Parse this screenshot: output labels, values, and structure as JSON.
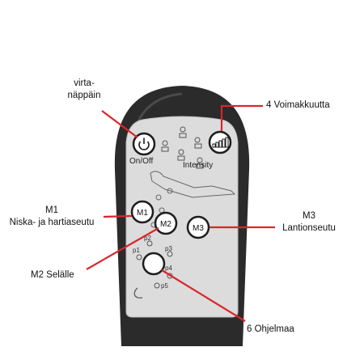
{
  "colors": {
    "remote_body": "#2b2b2b",
    "panel": "#dcdcdc",
    "callout_line": "#d9262b",
    "button_ring": "#1e1e1e",
    "text": "#111111"
  },
  "panel": {
    "power_icon": "power-icon",
    "power_label": "On/Off",
    "intensity_icon": "signal-bars-icon",
    "intensity_label": "Intensity",
    "buttons": {
      "m1": "M1",
      "m2": "M2",
      "m3": "M3"
    },
    "programs": [
      "p1",
      "p2",
      "p3",
      "p4",
      "p5"
    ]
  },
  "callouts": {
    "power": {
      "line1": "virta-",
      "line2": "näppäin"
    },
    "intensity": {
      "text": "4 Voimakkuutta"
    },
    "m1": {
      "line1": "M1",
      "line2": "Niska- ja hartiaseutu"
    },
    "m2": {
      "text": "M2 Selälle"
    },
    "m3": {
      "line1": "M3",
      "line2": "Lantionseutu"
    },
    "programs": {
      "text": "6 Ohjelmaa"
    }
  }
}
